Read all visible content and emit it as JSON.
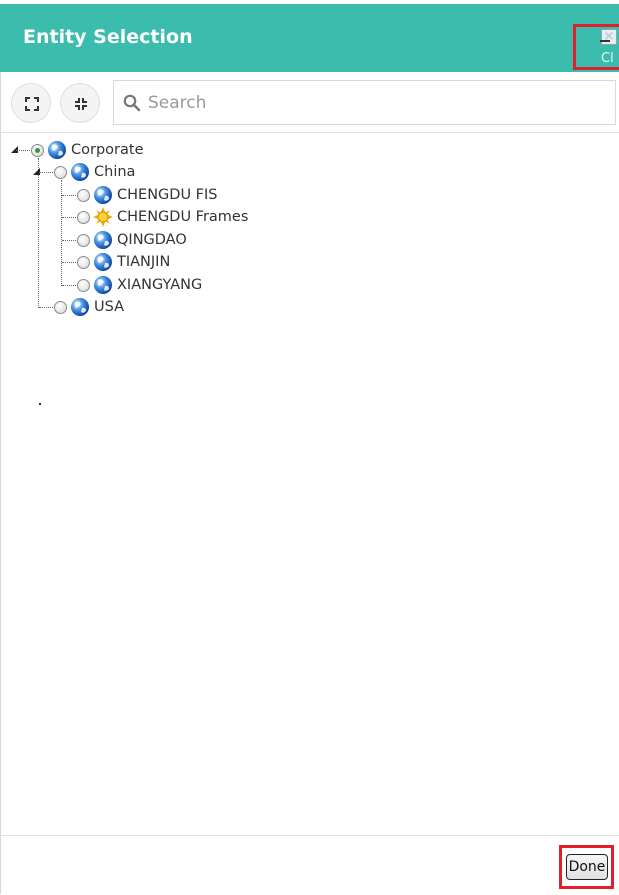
{
  "dialog": {
    "title": "Entity Selection",
    "close_label": "Cl"
  },
  "toolbar": {
    "expand_icon": "expand-icon",
    "collapse_icon": "collapse-icon",
    "search_placeholder": "Search",
    "search_value": ""
  },
  "tree": {
    "root": {
      "label": "Corporate",
      "selected": true,
      "icon": "globe-icon"
    },
    "china": {
      "label": "China",
      "icon": "globe-icon"
    },
    "children": [
      {
        "label": "CHENGDU FIS",
        "icon": "globe-icon"
      },
      {
        "label": "CHENGDU Frames",
        "icon": "sun-icon"
      },
      {
        "label": "QINGDAO",
        "icon": "globe-icon"
      },
      {
        "label": "TIANJIN",
        "icon": "globe-icon"
      },
      {
        "label": "XIANGYANG",
        "icon": "globe-icon"
      }
    ],
    "usa": {
      "label": "USA",
      "icon": "globe-icon"
    }
  },
  "footer": {
    "done_label": "Done"
  },
  "colors": {
    "header": "#3cbcac",
    "highlight": "#e0212b"
  }
}
